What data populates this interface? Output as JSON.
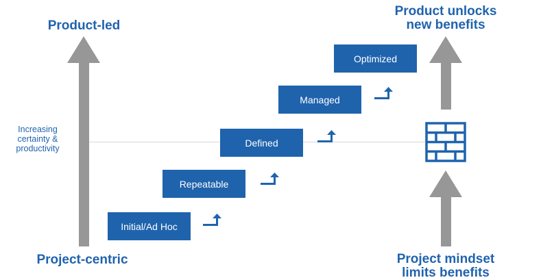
{
  "left": {
    "top_label": "Product-led",
    "bottom_label": "Project-centric",
    "side_label": [
      "Increasing",
      "certainty &",
      "productivity"
    ]
  },
  "right": {
    "top_label": [
      "Product unlocks",
      "new benefits"
    ],
    "bottom_label": [
      "Project mindset",
      "limits benefits"
    ]
  },
  "steps": [
    "Initial/Ad Hoc",
    "Repeatable",
    "Defined",
    "Managed",
    "Optimized"
  ],
  "colors": {
    "accent": "#1f63ad",
    "arrow": "#979797",
    "line": "#d8d8d8"
  },
  "icons": [
    "up-arrow-icon",
    "step-up-arrow-icon",
    "brick-wall-icon"
  ]
}
